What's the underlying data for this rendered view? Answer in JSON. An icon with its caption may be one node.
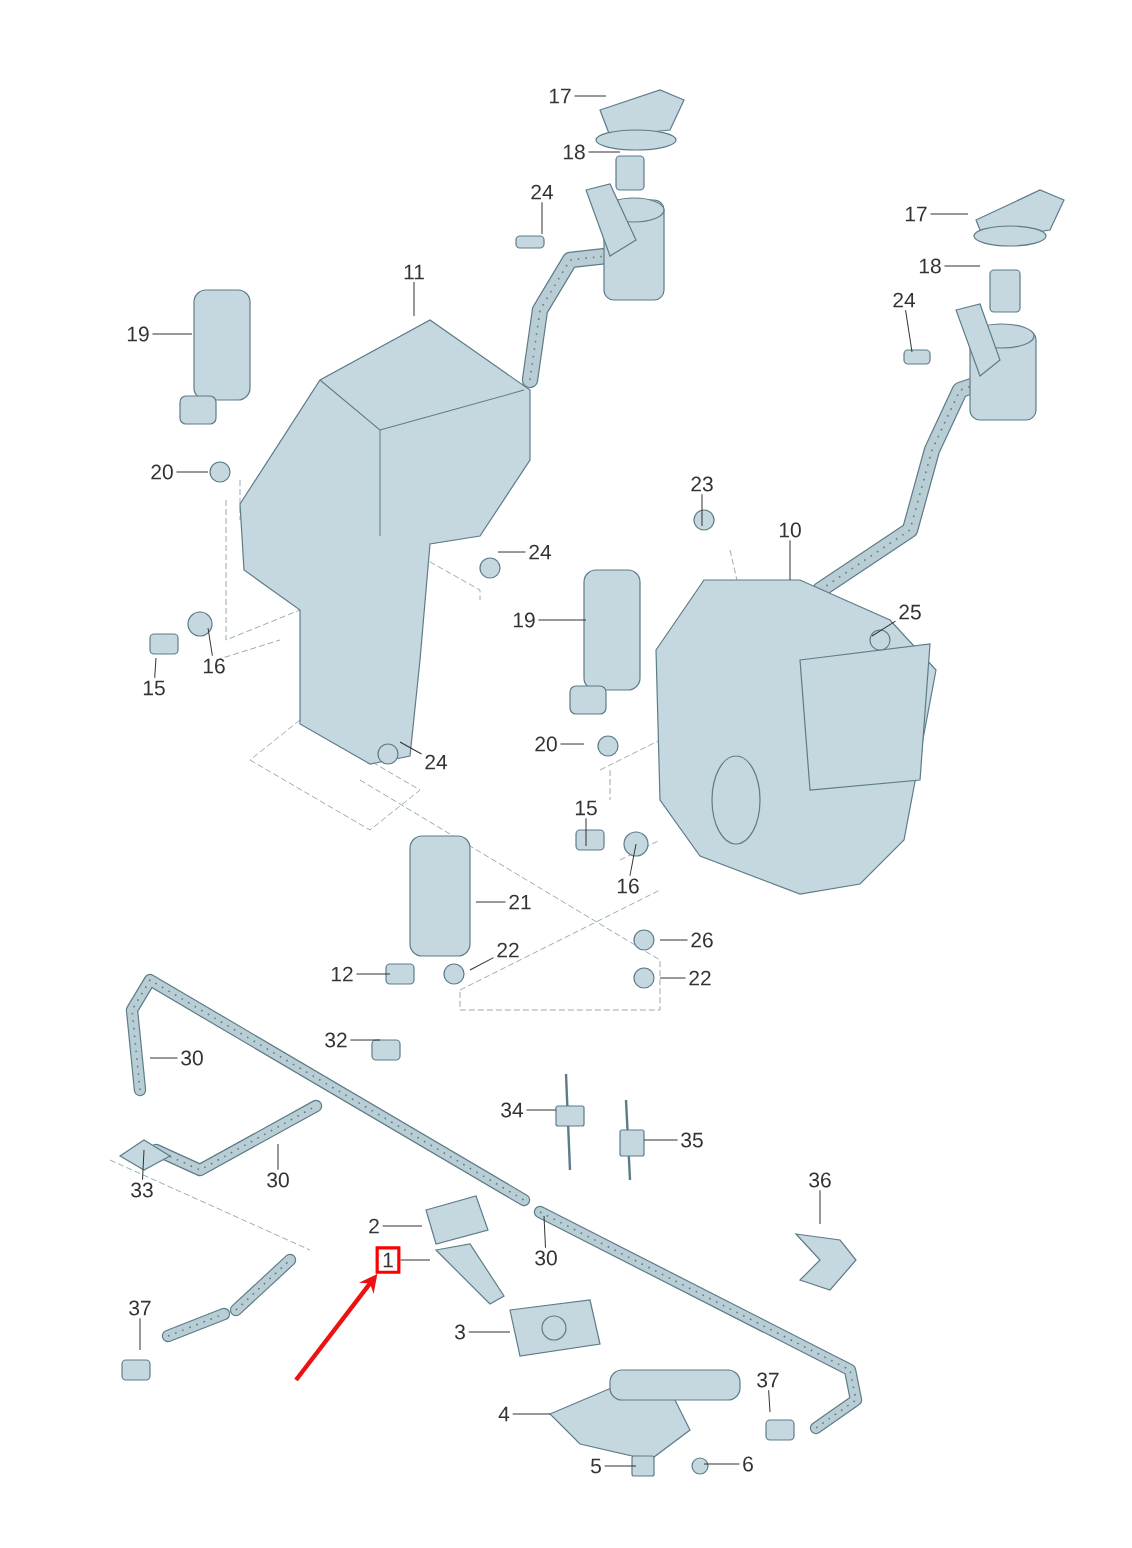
{
  "diagram": {
    "nodes": [
      {
        "text": [
          "17"
        ]
      },
      {
        "text": [
          "18"
        ]
      },
      {
        "text": [
          "24"
        ]
      },
      {
        "text": [
          "11"
        ]
      },
      {
        "text": [
          "19"
        ]
      },
      {
        "text": [
          "17"
        ]
      },
      {
        "text": [
          "18"
        ]
      },
      {
        "text": [
          "24"
        ]
      },
      {
        "text": [
          "20"
        ]
      },
      {
        "text": [
          "23"
        ]
      },
      {
        "text": [
          "24"
        ]
      },
      {
        "text": [
          "10"
        ]
      },
      {
        "text": [
          "19"
        ]
      },
      {
        "text": [
          "25"
        ]
      },
      {
        "text": [
          "16"
        ]
      },
      {
        "text": [
          "15"
        ]
      },
      {
        "text": [
          "24"
        ]
      },
      {
        "text": [
          "20"
        ]
      },
      {
        "text": [
          "15"
        ]
      },
      {
        "text": [
          "16"
        ]
      },
      {
        "text": [
          "21"
        ]
      },
      {
        "text": [
          "22"
        ]
      },
      {
        "text": [
          "26"
        ]
      },
      {
        "text": [
          "12"
        ]
      },
      {
        "text": [
          "22"
        ]
      },
      {
        "text": [
          "32"
        ]
      },
      {
        "text": [
          "30"
        ]
      },
      {
        "text": [
          "34"
        ]
      },
      {
        "text": [
          "35"
        ]
      },
      {
        "text": [
          "33"
        ]
      },
      {
        "text": [
          "30"
        ]
      },
      {
        "text": [
          "36"
        ]
      },
      {
        "text": [
          "2"
        ]
      },
      {
        "text": [
          "30"
        ]
      },
      {
        "text": [
          "1"
        ]
      },
      {
        "text": [
          "3"
        ]
      },
      {
        "text": [
          "37"
        ]
      },
      {
        "text": [
          "37"
        ]
      },
      {
        "text": [
          "4"
        ]
      },
      {
        "text": [
          "5"
        ]
      },
      {
        "text": [
          "6"
        ]
      }
    ],
    "edges": [
      {
        "from": 0,
        "to": null,
        "arrow": "none"
      },
      {
        "from": 1,
        "to": null,
        "arrow": "none"
      },
      {
        "from": 2,
        "to": null,
        "arrow": "none"
      },
      {
        "from": 3,
        "to": null,
        "arrow": "none"
      },
      {
        "from": 4,
        "to": null,
        "arrow": "none"
      },
      {
        "from": 5,
        "to": null,
        "arrow": "none"
      },
      {
        "from": 6,
        "to": null,
        "arrow": "none"
      },
      {
        "from": 7,
        "to": null,
        "arrow": "none"
      },
      {
        "from": 8,
        "to": null,
        "arrow": "none"
      },
      {
        "from": 9,
        "to": null,
        "arrow": "none"
      },
      {
        "from": 10,
        "to": null,
        "arrow": "none"
      },
      {
        "from": 11,
        "to": null,
        "arrow": "none"
      },
      {
        "from": 12,
        "to": null,
        "arrow": "none"
      },
      {
        "from": 13,
        "to": null,
        "arrow": "none"
      },
      {
        "from": 14,
        "to": null,
        "arrow": "none"
      },
      {
        "from": 15,
        "to": null,
        "arrow": "none"
      },
      {
        "from": 16,
        "to": null,
        "arrow": "none"
      },
      {
        "from": 17,
        "to": null,
        "arrow": "none"
      },
      {
        "from": 18,
        "to": null,
        "arrow": "none"
      },
      {
        "from": 19,
        "to": null,
        "arrow": "none"
      },
      {
        "from": 20,
        "to": null,
        "arrow": "none"
      },
      {
        "from": 21,
        "to": null,
        "arrow": "none"
      },
      {
        "from": 22,
        "to": null,
        "arrow": "none"
      },
      {
        "from": 23,
        "to": null,
        "arrow": "none"
      },
      {
        "from": 24,
        "to": null,
        "arrow": "none"
      },
      {
        "from": 25,
        "to": null,
        "arrow": "none"
      },
      {
        "from": 26,
        "to": null,
        "arrow": "none"
      },
      {
        "from": 27,
        "to": null,
        "arrow": "none"
      },
      {
        "from": 28,
        "to": null,
        "arrow": "none"
      },
      {
        "from": 29,
        "to": null,
        "arrow": "none"
      },
      {
        "from": 30,
        "to": null,
        "arrow": "none"
      },
      {
        "from": 31,
        "to": null,
        "arrow": "none"
      },
      {
        "from": 32,
        "to": null,
        "arrow": "none"
      },
      {
        "from": 33,
        "to": null,
        "arrow": "none"
      },
      {
        "from": 34,
        "to": null,
        "arrow": "none"
      },
      {
        "from": 35,
        "to": null,
        "arrow": "none"
      },
      {
        "from": 36,
        "to": null,
        "arrow": "none"
      },
      {
        "from": 37,
        "to": null,
        "arrow": "none"
      },
      {
        "from": 38,
        "to": null,
        "arrow": "none"
      },
      {
        "from": 39,
        "to": null,
        "arrow": "none"
      },
      {
        "from": 40,
        "to": null,
        "arrow": "none"
      },
      {
        "from": null,
        "to": 34,
        "arrow": "to",
        "style": "thick",
        "color": "#ee1111"
      }
    ]
  }
}
